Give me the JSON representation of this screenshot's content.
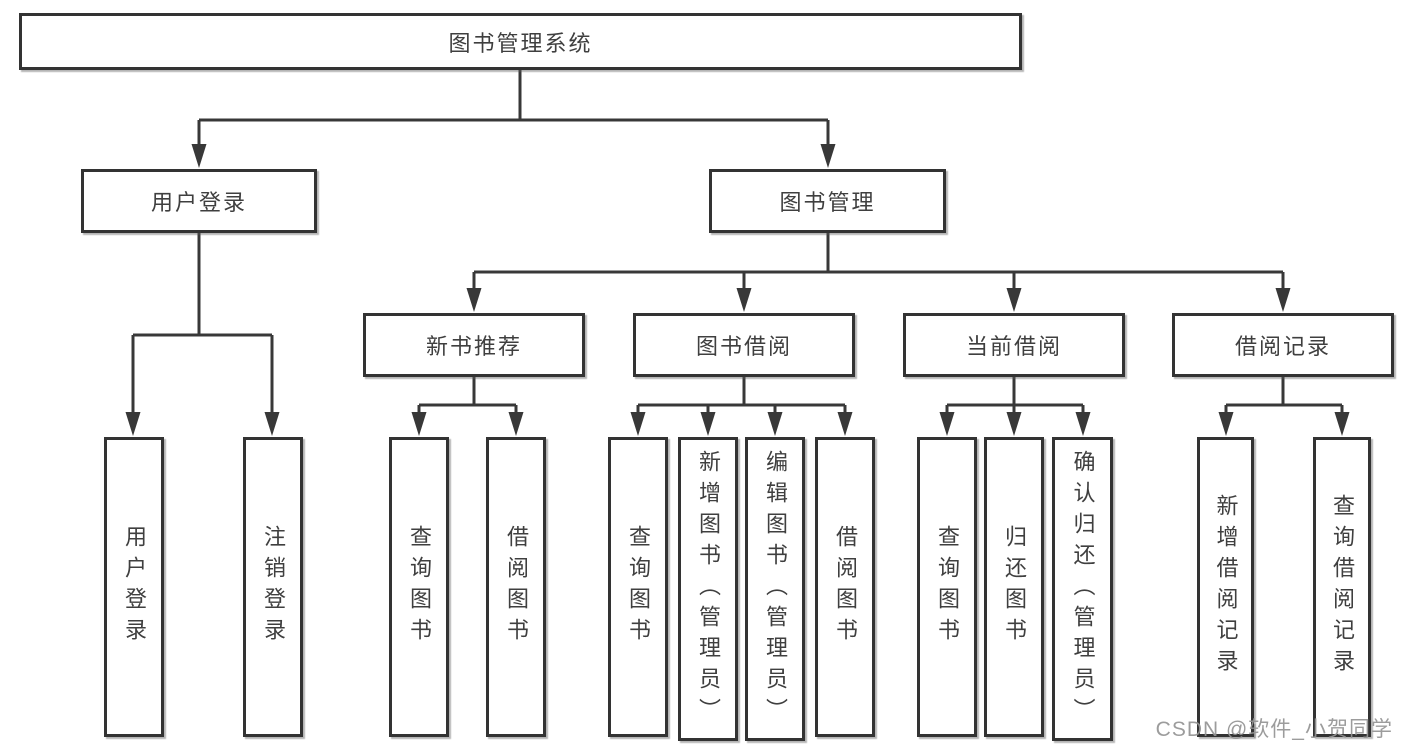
{
  "diagram": {
    "type": "hierarchy-tree",
    "title": "图书管理系统",
    "watermark": "CSDN @软件_小贺同学",
    "colors": {
      "line": "#383838",
      "box_border": "#333333",
      "text": "#3f3f3f",
      "watermark": "#949494",
      "background": "#ffffff"
    },
    "nodes": {
      "root": {
        "label": "图书管理系统"
      },
      "level2": [
        {
          "label": "用户登录",
          "parent": "图书管理系统"
        },
        {
          "label": "图书管理",
          "parent": "图书管理系统"
        }
      ],
      "level3": [
        {
          "label": "新书推荐",
          "parent": "图书管理"
        },
        {
          "label": "图书借阅",
          "parent": "图书管理"
        },
        {
          "label": "当前借阅",
          "parent": "图书管理"
        },
        {
          "label": "借阅记录",
          "parent": "图书管理"
        }
      ],
      "leaves": [
        {
          "label": "用户登录",
          "parent": "用户登录"
        },
        {
          "label": "注销登录",
          "parent": "用户登录"
        },
        {
          "label": "查询图书",
          "parent": "新书推荐"
        },
        {
          "label": "借阅图书",
          "parent": "新书推荐"
        },
        {
          "label": "查询图书",
          "parent": "图书借阅"
        },
        {
          "label": "新增图书（管理员）",
          "parent": "图书借阅"
        },
        {
          "label": "编辑图书（管理员）",
          "parent": "图书借阅"
        },
        {
          "label": "借阅图书",
          "parent": "图书借阅"
        },
        {
          "label": "查询图书",
          "parent": "当前借阅"
        },
        {
          "label": "归还图书",
          "parent": "当前借阅"
        },
        {
          "label": "确认归还（管理员）",
          "parent": "当前借阅"
        },
        {
          "label": "新增借阅记录",
          "parent": "借阅记录"
        },
        {
          "label": "查询借阅记录",
          "parent": "借阅记录"
        }
      ]
    }
  }
}
